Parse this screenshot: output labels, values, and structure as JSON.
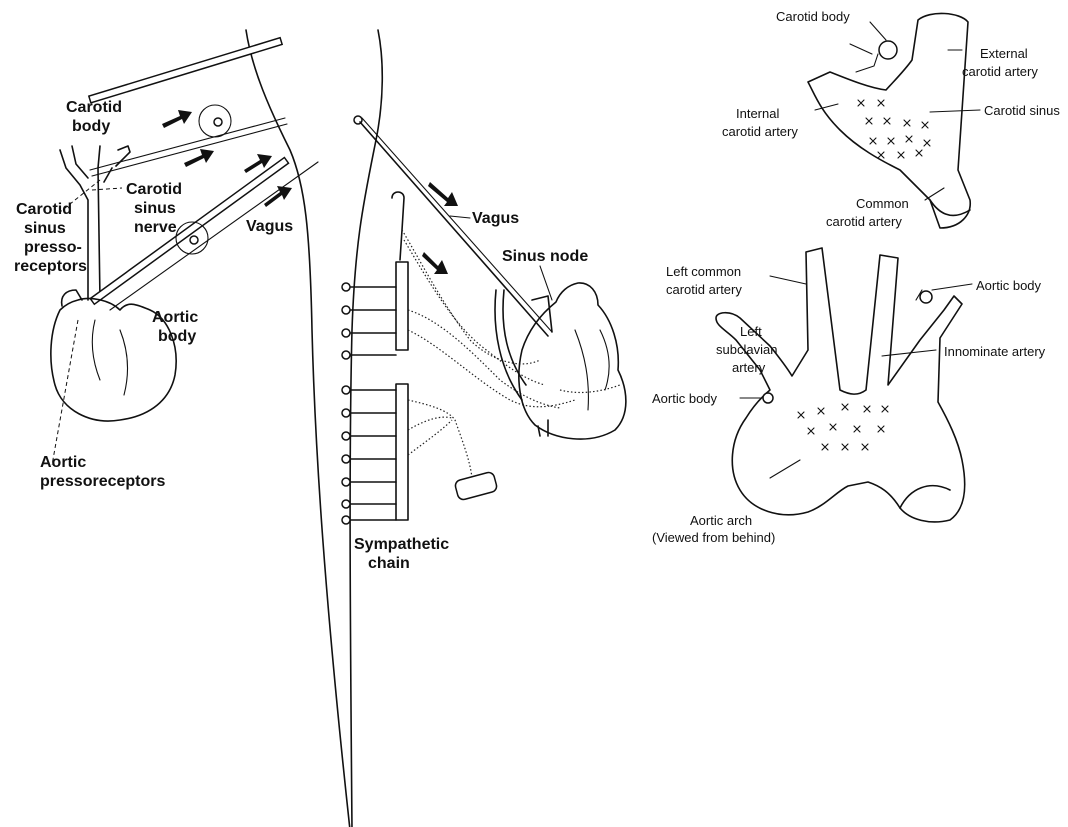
{
  "left_panel": {
    "carotid_body": [
      "Carotid",
      "body"
    ],
    "carotid_sinus_pressoreceptors": [
      "Carotid",
      "sinus",
      "presso-",
      "receptors"
    ],
    "carotid_sinus_nerve": [
      "Carotid",
      "sinus",
      "nerve"
    ],
    "vagus": "Vagus",
    "aortic_body": [
      "Aortic",
      "body"
    ],
    "aortic_pressoreceptors": [
      "Aortic",
      "pressoreceptors"
    ]
  },
  "middle_panel": {
    "vagus": "Vagus",
    "sinus_node": "Sinus node",
    "sympathetic_chain": [
      "Sympathetic",
      "chain"
    ]
  },
  "top_right_panel": {
    "carotid_body": "Carotid body",
    "external_carotid_artery": [
      "External",
      "carotid artery"
    ],
    "internal_carotid_artery": [
      "Internal",
      "carotid artery"
    ],
    "carotid_sinus": "Carotid sinus",
    "common_carotid_artery": [
      "Common",
      "carotid artery"
    ]
  },
  "bottom_right_panel": {
    "left_common_carotid_artery": [
      "Left common",
      "carotid artery"
    ],
    "aortic_body_top": "Aortic body",
    "left_subclavian_artery": [
      "Left",
      "subclavian",
      "artery"
    ],
    "innominate_artery": "Innominate artery",
    "aortic_body_side": "Aortic body",
    "aortic_arch": [
      "Aortic arch",
      "(Viewed from behind)"
    ]
  }
}
